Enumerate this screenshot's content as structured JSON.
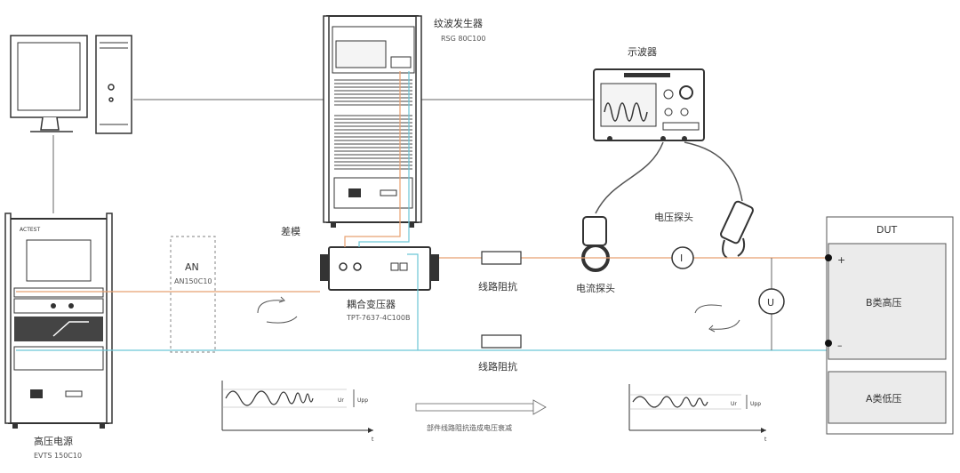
{
  "labels": {
    "ripple_generator": "纹波发生器",
    "ripple_model": "RSG 80C100",
    "oscilloscope": "示波器",
    "voltage_probe": "电压探头",
    "current_probe": "电流探头",
    "diff_mode": "差模",
    "an": "AN",
    "an_model": "AN150C10",
    "coupling_transformer": "耦合变压器",
    "coupling_model": "TPT-7637-4C100B",
    "line_impedance_top": "线路阻抗",
    "line_impedance_bottom": "线路阻抗",
    "hv_power": "高压电源",
    "hv_model": "EVTS 150C10",
    "dut": "DUT",
    "class_b_hv": "B类高压",
    "class_a_lv": "A类低压",
    "attenuation_note": "部件线路阻抗造成电压衰减",
    "current_symbol": "I",
    "voltage_symbol": "U",
    "plus": "+",
    "minus": "–",
    "axis_t_left": "t",
    "axis_t_right": "t",
    "ur_left": "Ur",
    "upp_left": "Upp",
    "ur_right": "Ur",
    "upp_right": "Upp",
    "brand": "ACTEST"
  },
  "colors": {
    "line": "#555555",
    "orange_wire": "#e8a070",
    "cyan_wire": "#6cc6d6",
    "equipment": "#333333",
    "box_fill": "#ebebeb",
    "dashed": "#999999"
  }
}
